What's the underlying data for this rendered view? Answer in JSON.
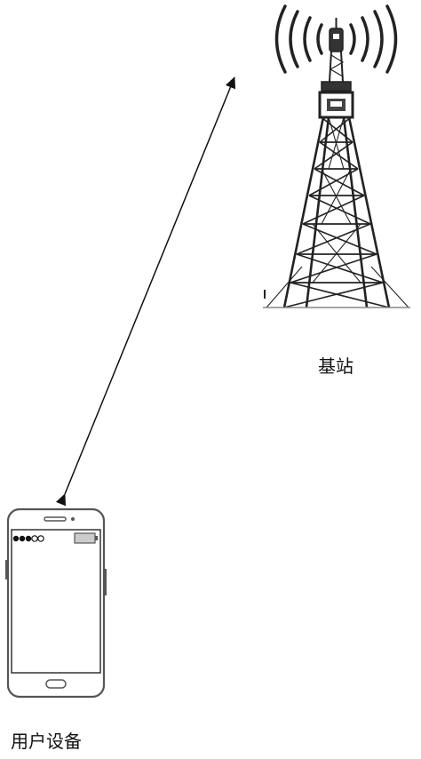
{
  "base_station": {
    "label": "基站"
  },
  "user_equipment": {
    "label": "用户设备"
  },
  "link": {
    "type": "bidirectional-arrow"
  },
  "colors": {
    "line": "#111111",
    "phone_outline": "#555555",
    "battery_fill": "#cccccc"
  }
}
